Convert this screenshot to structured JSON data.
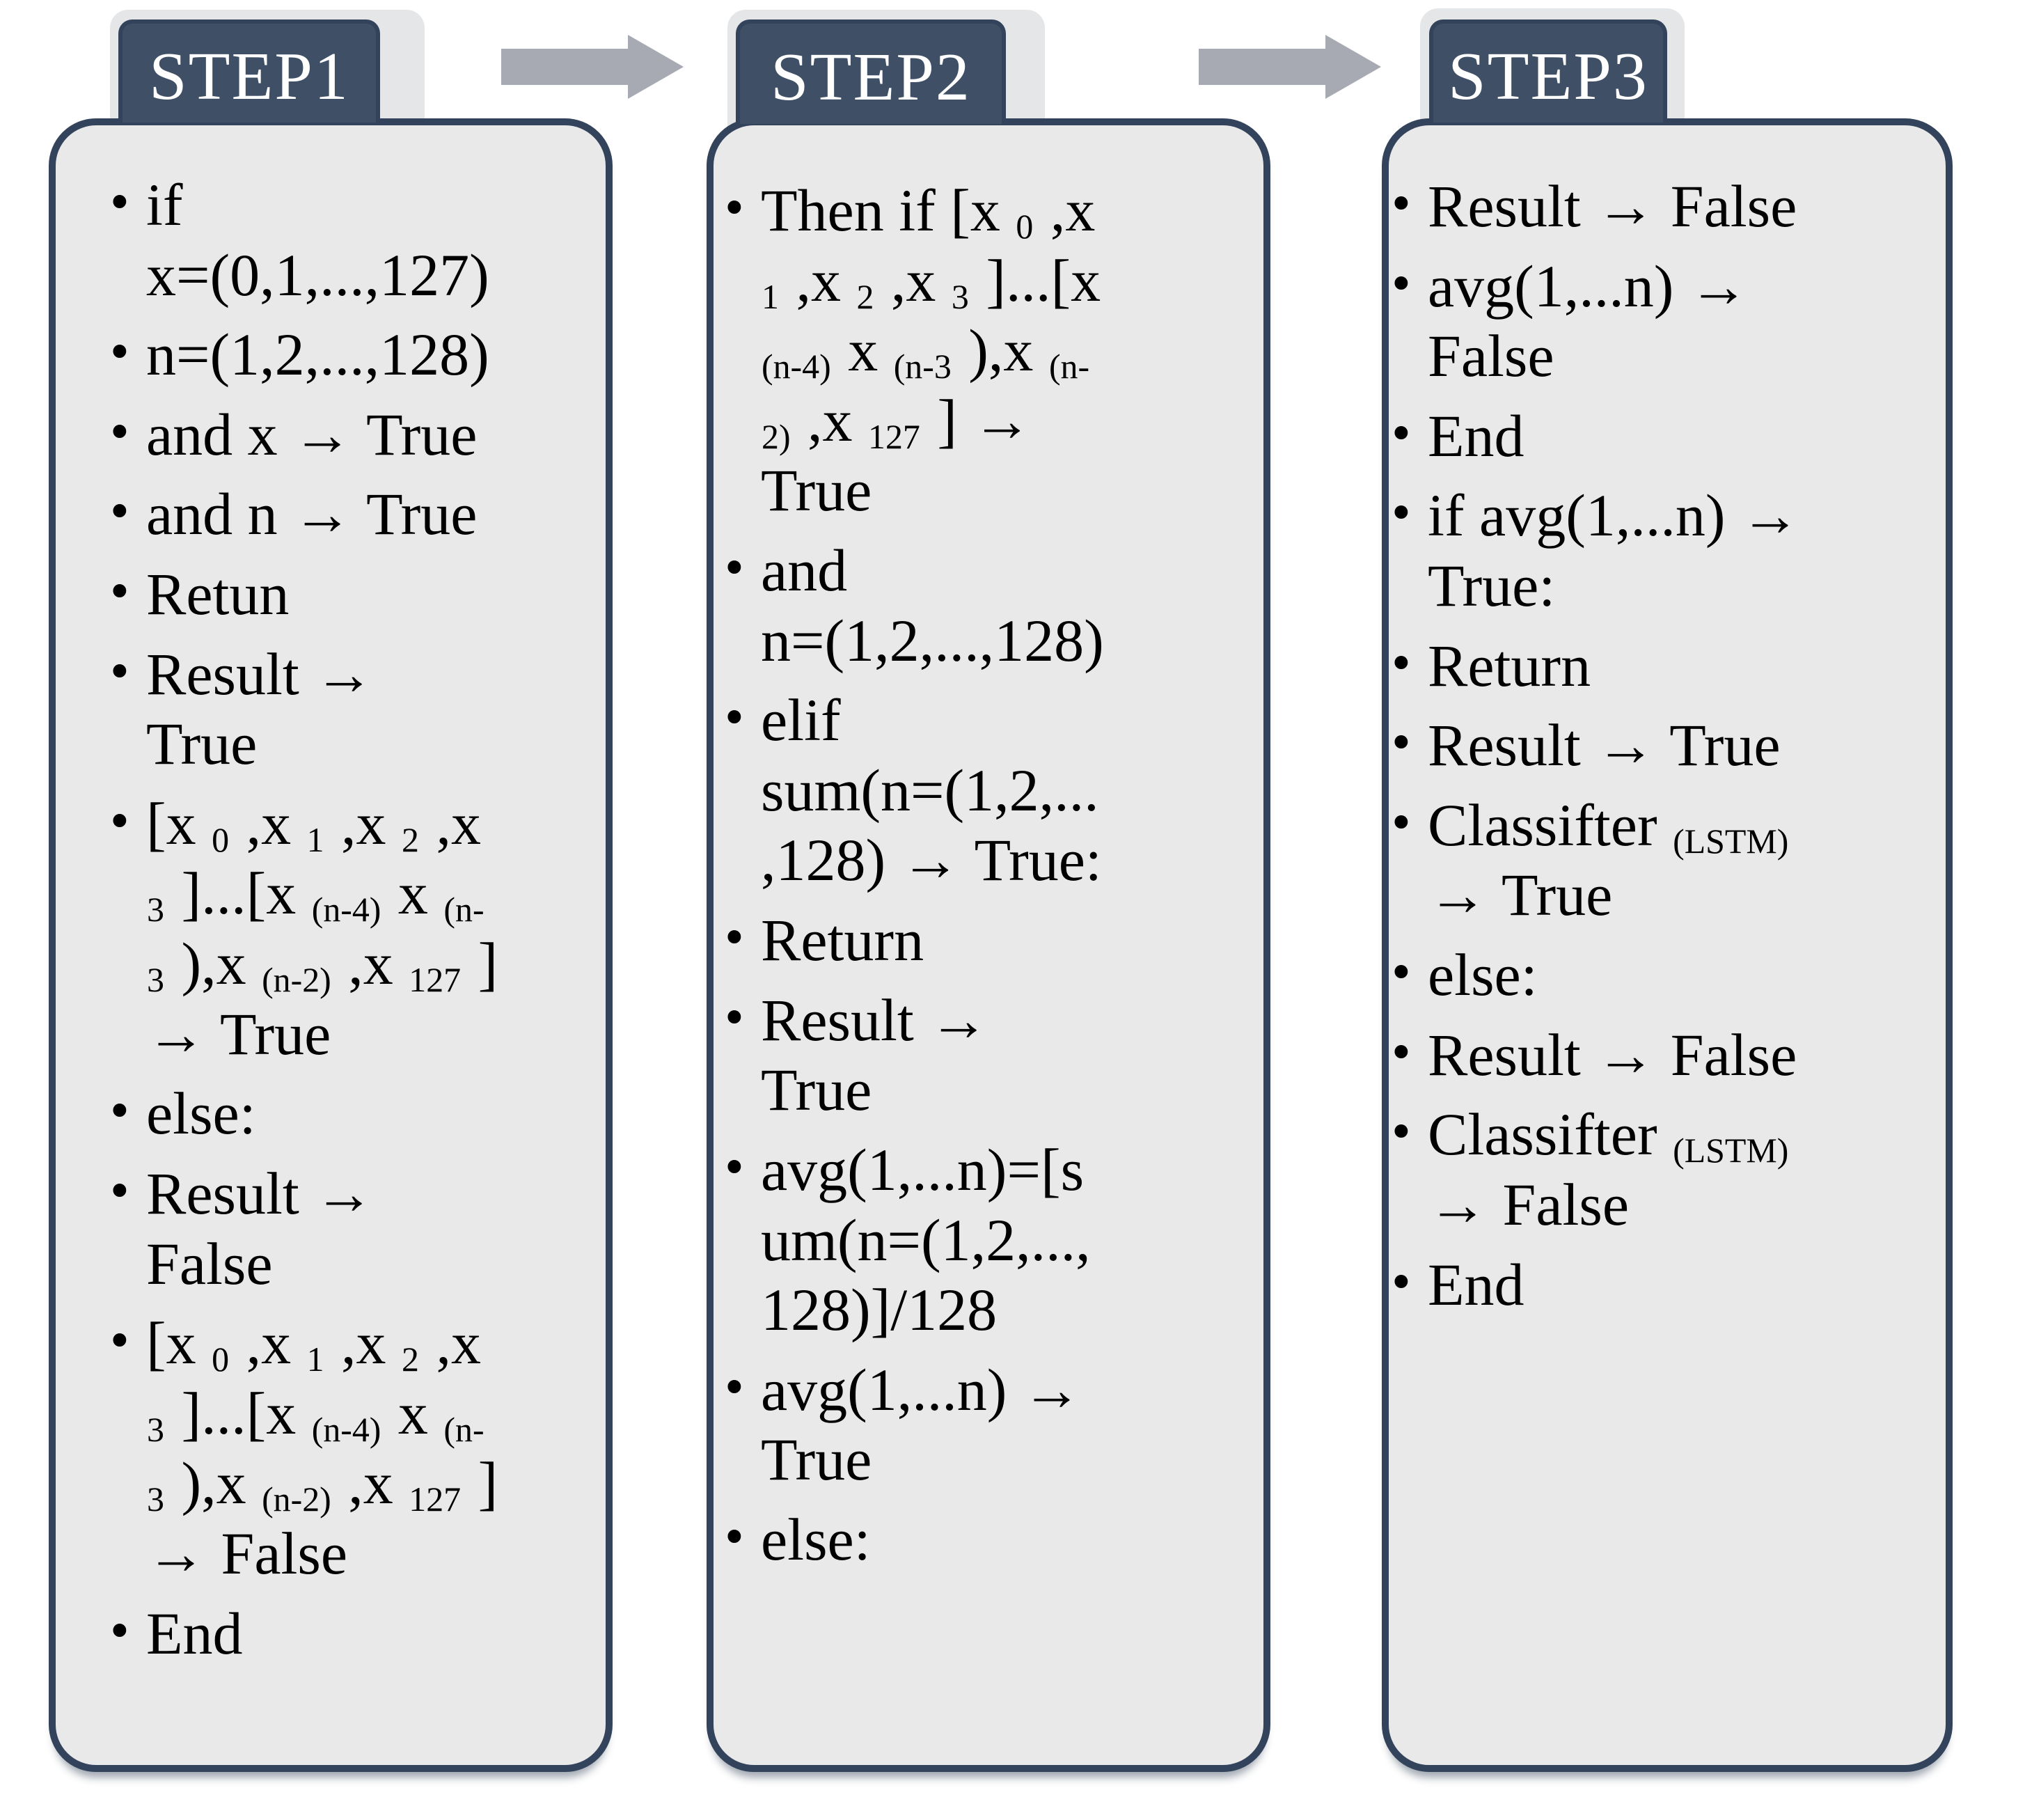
{
  "figure": {
    "type": "process-flow",
    "direction": "left-to-right",
    "step_count": 3
  },
  "colors": {
    "tab_fill": "#3F5066",
    "box_border": "#33435C",
    "box_fill": "#E9E9EA",
    "arrow": "#A7AAB2",
    "tab_text": "#FFFFFF",
    "body_text": "#000000",
    "tab_shadow": "#D0D2D6"
  },
  "arrows": [
    {
      "icon": "right-arrow"
    },
    {
      "icon": "right-arrow"
    }
  ],
  "steps": [
    {
      "label": "STEP1",
      "items": [
        "if\nx=(0,1,...,127)",
        "n=(1,2,...,128)",
        "and x → True",
        "and n → True",
        "Retun",
        "Result →\nTrue",
        "[x ~0~ ,x ~1~ ,x ~2~ ,x\n~3~ ]...[x ~(n-4)~ x ~(n-~\n~3~ ),x ~(n-2)~ ,x ~127~ ]\n→ True",
        "else:",
        "Result →\nFalse",
        "[x ~0~ ,x ~1~ ,x ~2~ ,x\n~3~ ]...[x ~(n-4)~ x ~(n-~\n~3~ ),x ~(n-2)~ ,x ~127~ ]\n→ False",
        "End"
      ]
    },
    {
      "label": "STEP2",
      "items": [
        "Then if [x ~0~ ,x\n~1~ ,x ~2~ ,x ~3~ ]...[x\n~(n-4)~ x ~(n-3~ ),x ~(n-~\n~2)~ ,x ~127~ ] →\nTrue",
        "and\nn=(1,2,...,128)",
        "elif\nsum(n=(1,2,...\n,128) → True:",
        "Return",
        "Result →\nTrue",
        "avg(1,...n)=[s\num(n=(1,2,...,\n128)]/128",
        "avg(1,...n) →\nTrue",
        "else:"
      ]
    },
    {
      "label": "STEP3",
      "items": [
        "Result → False",
        "avg(1,...n) →\nFalse",
        "End",
        "if avg(1,...n) →\nTrue:",
        "Return",
        "Result → True",
        "Classifter ~(LSTM)~\n→ True",
        "else:",
        "Result → False",
        "Classifter ~(LSTM)~\n→ False",
        "End"
      ]
    }
  ]
}
